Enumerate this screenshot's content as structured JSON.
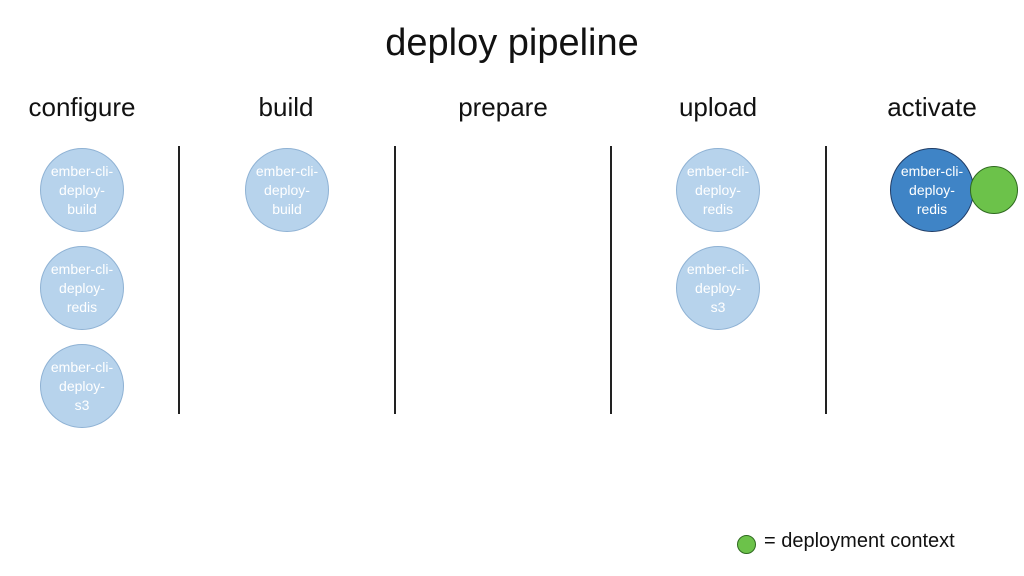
{
  "title": "deploy pipeline",
  "stages": {
    "configure": {
      "label": "configure",
      "plugins": [
        "ember-cli-\ndeploy-\nbuild",
        "ember-cli-\ndeploy-\nredis",
        "ember-cli-\ndeploy-\ns3"
      ]
    },
    "build": {
      "label": "build",
      "plugins": [
        "ember-cli-\ndeploy-\nbuild"
      ]
    },
    "prepare": {
      "label": "prepare",
      "plugins": []
    },
    "upload": {
      "label": "upload",
      "plugins": [
        "ember-cli-\ndeploy-\nredis",
        "ember-cli-\ndeploy-\ns3"
      ]
    },
    "activate": {
      "label": "activate",
      "plugins": [
        "ember-cli-\ndeploy-\nredis"
      ]
    }
  },
  "colors": {
    "plugin_fill": "#b7d3ec",
    "active_plugin_fill": "#3f84c6",
    "deployment_context": "#6cc24a"
  },
  "legend": {
    "text": "= deployment context"
  }
}
